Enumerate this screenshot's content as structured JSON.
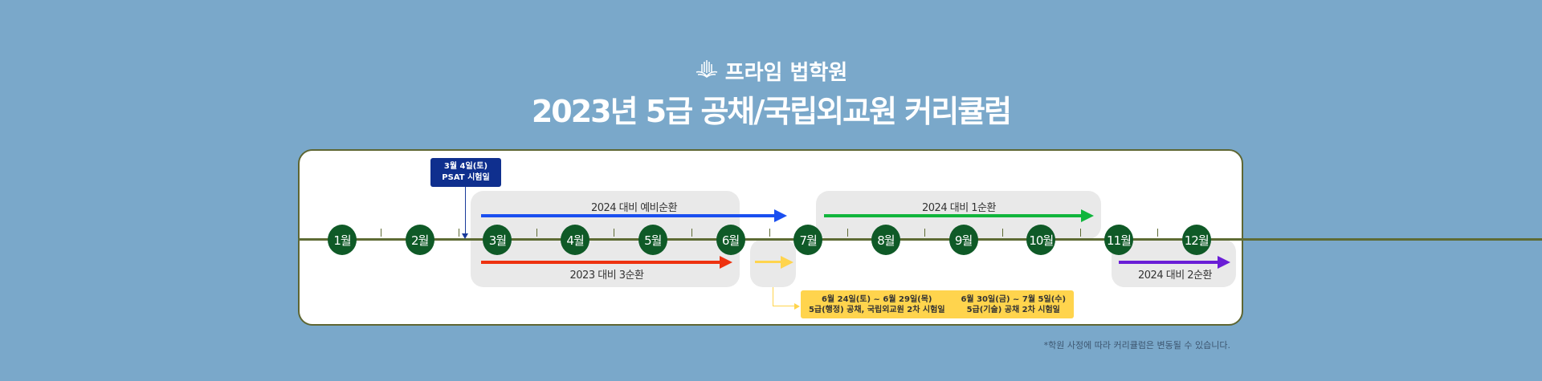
{
  "header": {
    "brand": "프라임 법학원",
    "title": "2023년 5급 공채/국립외교원 커리큘럼"
  },
  "months": [
    "1월",
    "2월",
    "3월",
    "4월",
    "5월",
    "6월",
    "7월",
    "8월",
    "9월",
    "10월",
    "11월",
    "12월"
  ],
  "psat": {
    "line1": "3월 4일(토)",
    "line2": "PSAT 시험일"
  },
  "tracks": {
    "prelim": {
      "label": "2024 대비 예비순환",
      "color": "#1a4ff0"
    },
    "third": {
      "label": "2023 대비 3순환",
      "color": "#ee3210"
    },
    "first": {
      "label": "2024 대비 1순환",
      "color": "#10b53c"
    },
    "second": {
      "label": "2024 대비 2순환",
      "color": "#6a1ed6"
    },
    "exam": {
      "color": "#ffd44d"
    }
  },
  "exam_box": {
    "a_line1": "6월 24일(토) ~ 6월 29일(목)",
    "a_line2": "5급(행정) 공채, 국립외교원 2차 시험일",
    "b_line1": "6월 30일(금) ~ 7월 5일(수)",
    "b_line2": "5급(기술) 공채 2차 시험일"
  },
  "footnote": "*학원 사정에 따라 커리큘럼은 변동될 수 있습니다."
}
